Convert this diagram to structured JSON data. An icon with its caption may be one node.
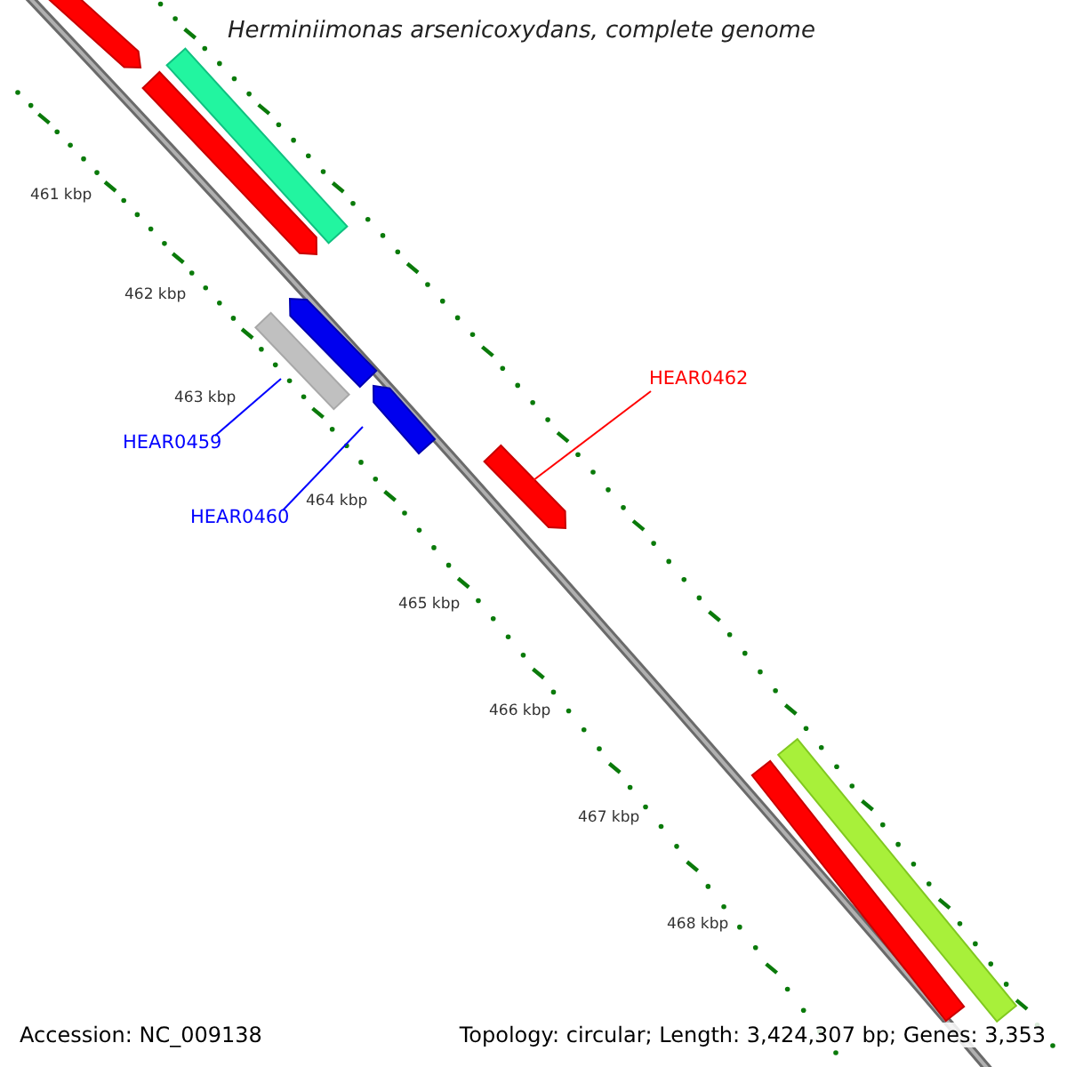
{
  "diagram": {
    "title": "Herminiimonas arsenicoxydans, complete genome",
    "nodes": [
      {
        "text": [
          "HEAR0459"
        ]
      },
      {
        "text": [
          "HEAR0460"
        ]
      },
      {
        "text": [
          "HEAR0462"
        ]
      },
      {
        "text": [],
        "shape": "bar"
      },
      {
        "text": [],
        "shape": "bar"
      },
      {
        "text": [],
        "shape": "bar"
      },
      {
        "text": [],
        "shape": "bar"
      },
      {
        "text": [],
        "shape": "bar"
      },
      {
        "text": [],
        "shape": "bar"
      },
      {
        "text": [],
        "shape": "bar"
      },
      {
        "text": [],
        "shape": "bar"
      },
      {
        "text": [],
        "shape": "bar"
      }
    ],
    "edges": [
      {
        "from": 0,
        "to": 3,
        "arrow": "none"
      },
      {
        "from": 1,
        "to": 4,
        "arrow": "none"
      },
      {
        "from": 2,
        "to": 5,
        "arrow": "none",
        "color": "#ff0000"
      }
    ],
    "labels": [
      "461 kbp",
      "462 kbp",
      "463 kbp",
      "464 kbp",
      "465 kbp",
      "466 kbp",
      "467 kbp",
      "468 kbp",
      "Accession: NC_009138",
      "Topology: circular; Length: 3,424,307 bp; Genes: 3,353"
    ]
  }
}
